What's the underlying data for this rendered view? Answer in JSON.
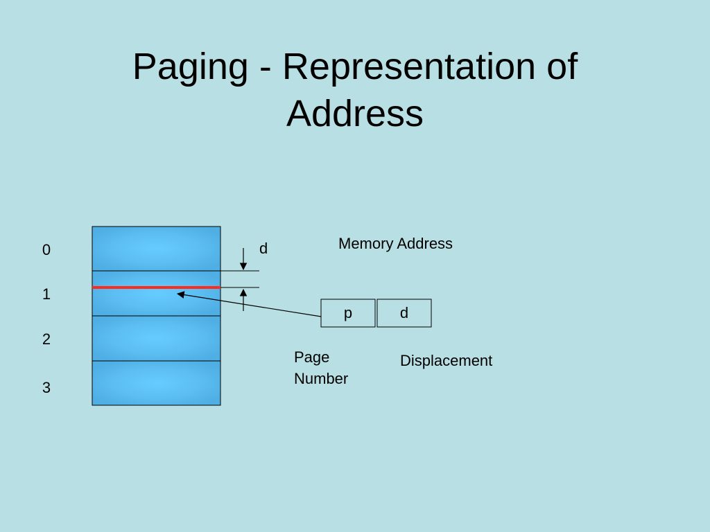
{
  "slide": {
    "title_line1": "Paging - Representation of",
    "title_line2": "Address"
  },
  "memory": {
    "page_labels": [
      "0",
      "1",
      "2",
      "3"
    ],
    "fill_color": "#5bb8ec",
    "highlight_color": "#ff2a1a",
    "offset_label": "d"
  },
  "address": {
    "heading": "Memory Address",
    "page_field": "p",
    "displacement_field": "d",
    "page_caption_line1": "Page",
    "page_caption_line2": "Number",
    "displacement_caption": "Displacement"
  },
  "colors": {
    "background": "#b8dfe3",
    "text": "#000000"
  }
}
